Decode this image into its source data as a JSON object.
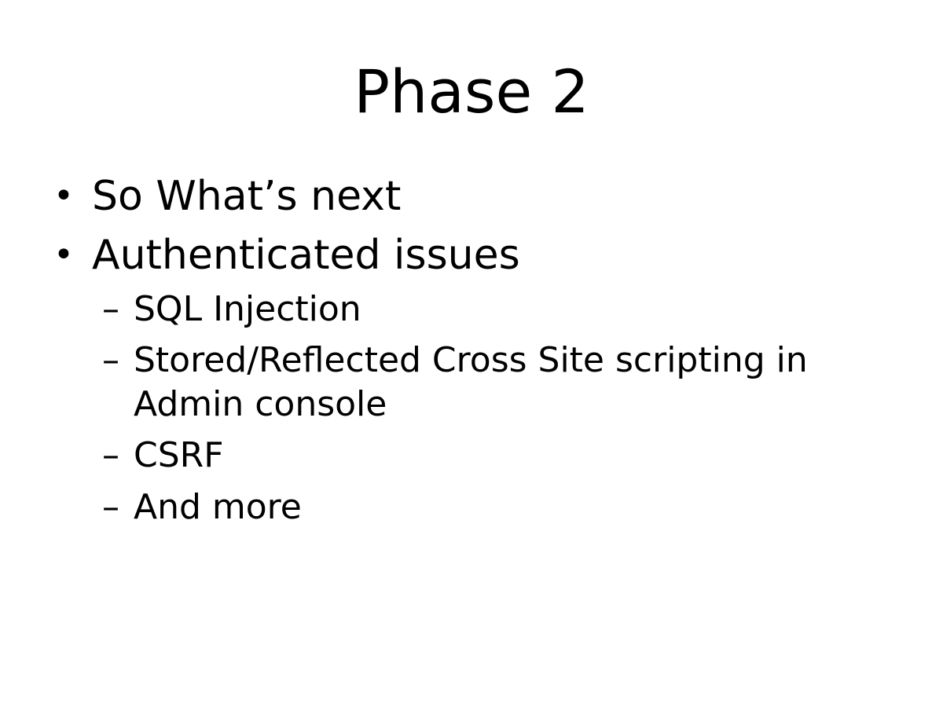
{
  "slide": {
    "title": "Phase 2",
    "bullets": [
      {
        "marker": "•",
        "text": "So What’s next"
      },
      {
        "marker": "•",
        "text": "Authenticated issues"
      }
    ],
    "sub_bullets": [
      {
        "marker": "–",
        "text": "SQL Injection"
      },
      {
        "marker": "–",
        "text": "Stored/Reflected Cross Site scripting in Admin console"
      },
      {
        "marker": "–",
        "text": "CSRF"
      },
      {
        "marker": "–",
        "text": "And more"
      }
    ]
  }
}
